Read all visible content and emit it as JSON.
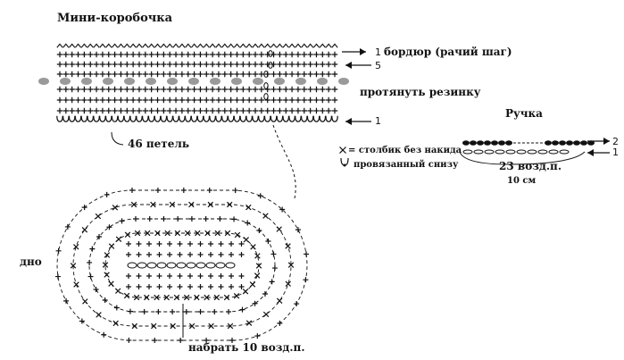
{
  "diagram": {
    "title": "Мини-коробочка",
    "wall": {
      "stitch_count_label": "46 петель",
      "row_labels": [
        {
          "number": "1",
          "text": "бордюр (рачий шаг)"
        },
        {
          "number": "5",
          "text": ""
        },
        {
          "number": "",
          "text": "протянуть резинку"
        },
        {
          "number": "1",
          "text": ""
        }
      ]
    },
    "legend": [
      {
        "symbol": "x",
        "text": "= столбик без накида"
      },
      {
        "symbol": "loop-under",
        "text": "провязанный снизу"
      }
    ],
    "handle": {
      "title": "Ручка",
      "chain_label": "23 возд.п.",
      "length_label": "10 см",
      "row_numbers": [
        "2",
        "1"
      ]
    },
    "bottom": {
      "label": "дно",
      "chain_label": "набрать 10 возд.п."
    },
    "colors": {
      "ink": "#111111",
      "elastic": "#9a9a9a"
    }
  }
}
